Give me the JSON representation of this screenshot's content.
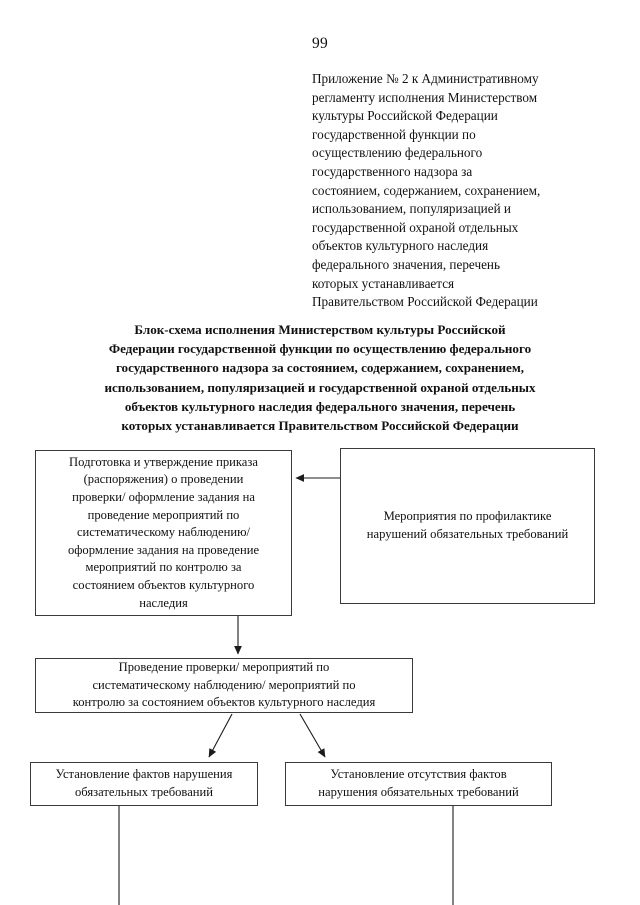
{
  "document": {
    "page_number": "99",
    "language": "ru"
  },
  "appendix_note": {
    "lines": [
      "Приложение № 2 к Административному",
      "регламенту исполнения Министерством",
      "культуры Российской Федерации",
      "государственной функции по",
      "осуществлению федерального",
      "государственного надзора за",
      "состоянием, содержанием, сохранением,",
      "использованием, популяризацией и",
      "государственной охраной отдельных",
      "объектов культурного наследия",
      "федерального значения, перечень",
      "которых устанавливается",
      "Правительством Российской Федерации"
    ]
  },
  "title": {
    "lines": [
      "Блок-схема исполнения Министерством культуры Российской",
      "Федерации государственной функции по осуществлению федерального",
      "государственного надзора за состоянием, содержанием, сохранением,",
      "использованием, популяризацией и государственной охраной отдельных",
      "объектов культурного наследия федерального значения, перечень",
      "которых устанавливается Правительством Российской Федерации"
    ]
  },
  "flowchart": {
    "type": "diagram",
    "nodes": [
      {
        "id": "prepare",
        "lines": [
          "Подготовка и утверждение приказа",
          "(распоряжения) о проведении",
          "проверки/ оформление задания на",
          "проведение мероприятий по",
          "систематическому наблюдению/",
          "оформление задания на проведение",
          "мероприятий по контролю за",
          "состоянием объектов культурного",
          "наследия"
        ]
      },
      {
        "id": "prevention",
        "lines": [
          "Мероприятия по профилактике",
          "нарушений обязательных требований"
        ]
      },
      {
        "id": "conduct",
        "lines": [
          "Проведение проверки/ мероприятий по",
          "систематическому наблюдению/ мероприятий по",
          "контролю за состоянием объектов культурного наследия"
        ]
      },
      {
        "id": "violation",
        "lines": [
          "Установление фактов нарушения",
          "обязательных требований"
        ]
      },
      {
        "id": "noviolation",
        "lines": [
          "Установление отсутствия фактов",
          "нарушения обязательных требований"
        ]
      }
    ],
    "edges": [
      {
        "from": "prevention",
        "to": "prepare",
        "direction": "left"
      },
      {
        "from": "prepare",
        "to": "conduct",
        "direction": "down"
      },
      {
        "from": "conduct",
        "to": "violation",
        "direction": "down-left"
      },
      {
        "from": "conduct",
        "to": "noviolation",
        "direction": "down-right"
      },
      {
        "from": "violation",
        "to": "continues-next-page",
        "direction": "down"
      },
      {
        "from": "noviolation",
        "to": "continues-next-page",
        "direction": "down"
      }
    ],
    "stroke_color": "#3a3a3a"
  }
}
